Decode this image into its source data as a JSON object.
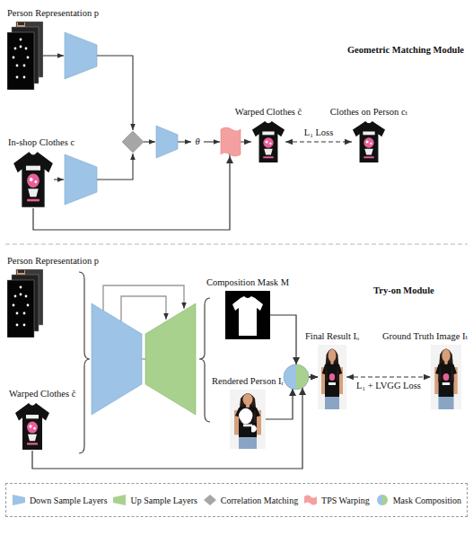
{
  "diagram": {
    "nodes": [
      {
        "text": [
          "Person Representation p"
        ]
      },
      {
        "text": [
          "In-shop Clothes c"
        ]
      },
      {
        "text": [
          "Warped Clothes ĉ"
        ]
      },
      {
        "text": [
          "Clothes on Person cₜ"
        ]
      },
      {
        "text": [
          "Person Representation p"
        ]
      },
      {
        "text": [
          "Warped Clothes ĉ"
        ]
      },
      {
        "text": [
          "Composition Mask M"
        ]
      },
      {
        "text": [
          "Rendered Person Iᵣ"
        ]
      },
      {
        "text": [
          "Final Result Iₒ"
        ]
      },
      {
        "text": [
          "Ground Truth Image Iₜ"
        ]
      }
    ],
    "edges": [
      {
        "from": 1,
        "to": 2,
        "arrow": "to"
      },
      {
        "from": 2,
        "to": 3,
        "label": "L₁ Loss",
        "arrow": "both"
      },
      {
        "from": 6,
        "to": 8,
        "arrow": "to"
      },
      {
        "from": 7,
        "to": 8,
        "arrow": "to"
      },
      {
        "from": 5,
        "to": 8,
        "arrow": "to"
      },
      {
        "from": 8,
        "to": 9,
        "label": "L₁ + LVGG Loss",
        "arrow": "both"
      }
    ],
    "labels": [
      "Geometric Matching Module",
      "θ",
      "Try-on Module"
    ],
    "legend": [
      {
        "text": "Down Sample Layers",
        "color": "#9dc3e6"
      },
      {
        "text": "Up Sample Layers",
        "color": "#a9d18e"
      },
      {
        "text": "Correlation Matching",
        "color": "#a6a6a6"
      },
      {
        "text": "TPS Warping",
        "color": "#f4a0a0"
      },
      {
        "text": "Mask Composition"
      }
    ]
  }
}
